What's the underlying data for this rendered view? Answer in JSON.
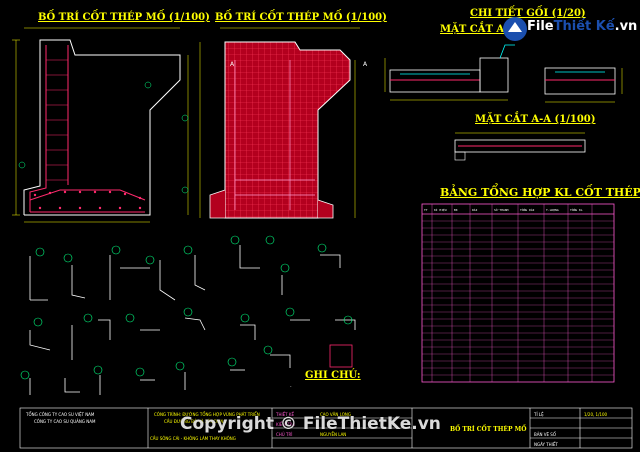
{
  "titles": {
    "elevation_left": "BỐ TRÍ CỐT THÉP MỐ (1/100)",
    "elevation_right": "BỐ TRÍ CỐT THÉP MỐ (1/100)",
    "detail": "CHI TIẾT GỐI (1/20)",
    "section_aa_top": "MẶT CẮT A-A",
    "section_aa": "MẶT CẮT A-A (1/100)",
    "table": "BẢNG TỔNG HỢP KL CỐT THÉP MỐ",
    "notes": "GHI CHÚ:"
  },
  "title_block": {
    "company_1": "TỔNG CÔNG TY CAO SU VIỆT NAM",
    "company_2": "CÔNG TY CAO SU QUẢNG NAM",
    "project_1": "CÔNG TRÌNH: ĐƯỜNG TỔNG HỢP VÙNG PHÁT TRIỂN",
    "project_2": "CẦU ĐƯỜNG BỘ VÀ XÂY DỰNG",
    "item": "CẦU SÔNG CÁI - KHÔNG LÀM THAY KHÔNG",
    "role_1": "THIẾT KẾ",
    "role_2": "KIỂM TRA",
    "role_3": "CHỦ TRÌ",
    "name_1": "CAO VĂN LONG",
    "name_2": "NGUYỄN LAN",
    "drawing_title": "BỐ TRÍ CỐT THÉP MỐ",
    "scale": "TỈ LỆ",
    "scale_value": "1/20, 1/100",
    "sheet": "BẢN VẼ SỐ",
    "date_label": "NGÀY THIẾT"
  },
  "logo": {
    "brand": "File",
    "brand_2": "Thiết Kế",
    "suffix": ".vn"
  },
  "watermark": "Copyright © FileThietKe.vn",
  "colors": {
    "background": "#000000",
    "title": "#ffff00",
    "rebar": "#ff2a6d",
    "outline": "#ffffff",
    "dimension": "#ffff00",
    "accent": "#00ffff"
  },
  "table": {
    "headers": [
      "TT",
      "KÍ HIỆU",
      "ĐK",
      "DÀI",
      "SỐ THANH",
      "TỔNG DÀI",
      "T.LƯỢNG",
      "TỔNG KL"
    ],
    "row_count": 24
  }
}
